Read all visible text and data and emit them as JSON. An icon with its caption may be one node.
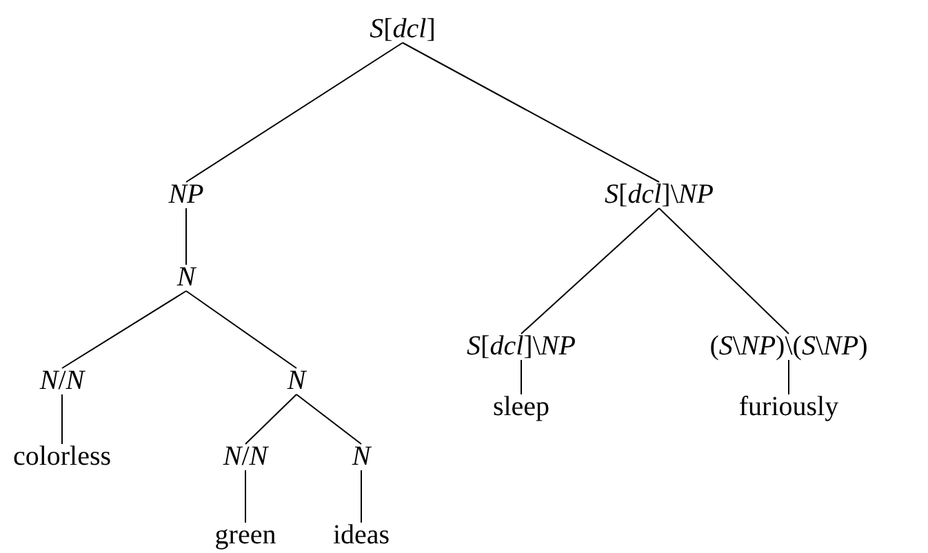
{
  "diagram": {
    "nodes": [
      {
        "text": [
          "*S*[*dcl*]"
        ]
      },
      {
        "text": [
          "*NP*"
        ]
      },
      {
        "text": [
          "*S*[*dcl*]\\*NP*"
        ]
      },
      {
        "text": [
          "*N*"
        ]
      },
      {
        "text": [
          "*S*[*dcl*]\\*NP*"
        ]
      },
      {
        "text": [
          "(*S*\\*NP*)\\(*S*\\*NP*)"
        ]
      },
      {
        "text": [
          "*N*/*N*"
        ]
      },
      {
        "text": [
          "*N*"
        ]
      },
      {
        "text": [
          "sleep"
        ]
      },
      {
        "text": [
          "furiously"
        ]
      },
      {
        "text": [
          "colorless"
        ]
      },
      {
        "text": [
          "*N*/*N*"
        ]
      },
      {
        "text": [
          "*N*"
        ]
      },
      {
        "text": [
          "green"
        ]
      },
      {
        "text": [
          "ideas"
        ]
      }
    ],
    "edges": [
      {
        "from": 0,
        "to": 1,
        "arrow": "none"
      },
      {
        "from": 0,
        "to": 2,
        "arrow": "none"
      },
      {
        "from": 1,
        "to": 3,
        "arrow": "none"
      },
      {
        "from": 2,
        "to": 4,
        "arrow": "none"
      },
      {
        "from": 2,
        "to": 5,
        "arrow": "none"
      },
      {
        "from": 3,
        "to": 6,
        "arrow": "none"
      },
      {
        "from": 3,
        "to": 7,
        "arrow": "none"
      },
      {
        "from": 4,
        "to": 8,
        "arrow": "none"
      },
      {
        "from": 5,
        "to": 9,
        "arrow": "none"
      },
      {
        "from": 6,
        "to": 10,
        "arrow": "none"
      },
      {
        "from": 7,
        "to": 11,
        "arrow": "none"
      },
      {
        "from": 7,
        "to": 12,
        "arrow": "none"
      },
      {
        "from": 11,
        "to": 13,
        "arrow": "none"
      },
      {
        "from": 12,
        "to": 14,
        "arrow": "none"
      }
    ]
  }
}
